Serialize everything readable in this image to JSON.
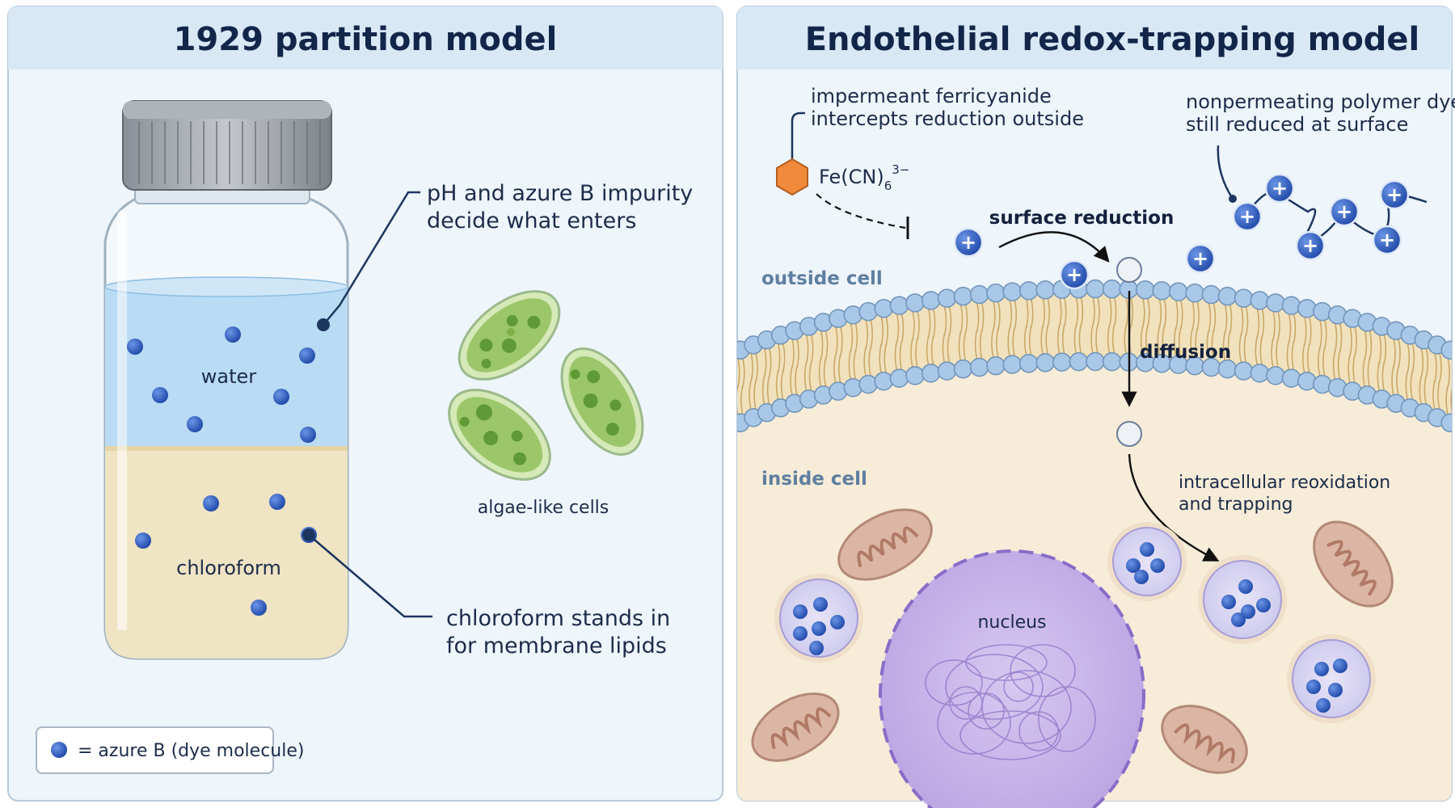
{
  "left_panel": {
    "title": "1929 partition model",
    "water_label": "water",
    "chloroform_label": "chloroform",
    "callout_top": [
      "pH and azure B impurity",
      "decide what enters"
    ],
    "callout_bottom": [
      "chloroform stands in",
      "for membrane lipids"
    ],
    "algae_label": "algae-like cells",
    "legend_text": "= azure B (dye molecule)"
  },
  "right_panel": {
    "title": "Endothelial redox-trapping model",
    "ferricyanide_callout": [
      "impermeant ferricyanide",
      "intercepts reduction outside"
    ],
    "ferricyanide_formula": "Fe(CN)",
    "ferricyanide_subscript": "6",
    "ferricyanide_charge": "3−",
    "polymer_callout": [
      "nonpermeating polymer dye",
      "still reduced at surface"
    ],
    "surface_reduction_label": "surface reduction",
    "outside_label": "outside cell",
    "inside_label": "inside cell",
    "diffusion_label": "diffusion",
    "reoxidation_label": [
      "intracellular reoxidation",
      "and trapping"
    ],
    "nucleus_label": "nucleus",
    "plus_sign": "+"
  },
  "colors": {
    "panel_bg": "#eef5fb",
    "panel_header": "#d8e8f5",
    "water": "#b9dbf3",
    "chloroform": "#efe4c3",
    "dye": "#2d5fc4",
    "cell_interior": "#f6ecd8",
    "nucleus": "#c9b7e8",
    "mitochondria": "#dcb6a4",
    "algae": "#9cc66a"
  }
}
